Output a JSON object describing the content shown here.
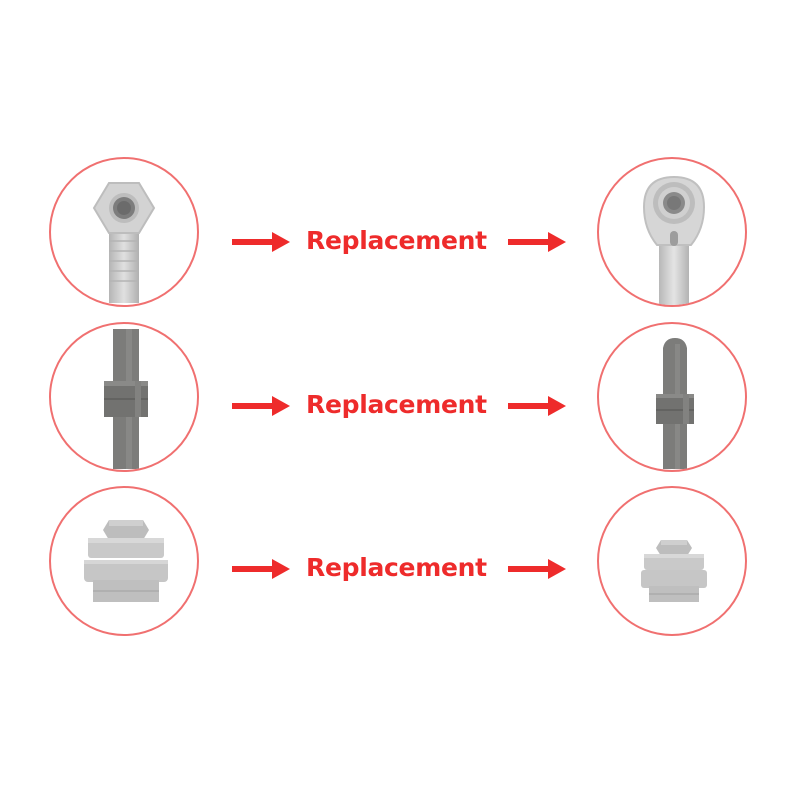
{
  "rows": [
    {
      "label": "Replacement",
      "old_part": "hex-elbow-connector-icon",
      "new_part": "round-elbow-connector-icon"
    },
    {
      "label": "Replacement",
      "old_part": "hex-coupling-pipe-icon",
      "new_part": "tapered-pin-pipe-icon"
    },
    {
      "label": "Replacement",
      "old_part": "grommet-stack-icon",
      "new_part": "small-grommet-stack-icon"
    }
  ],
  "colors": {
    "arrow": "#ee2b2b",
    "circle_border": "#f07070",
    "part_gray": "#c8c8c8",
    "part_dark_gray": "#7a7a78"
  }
}
